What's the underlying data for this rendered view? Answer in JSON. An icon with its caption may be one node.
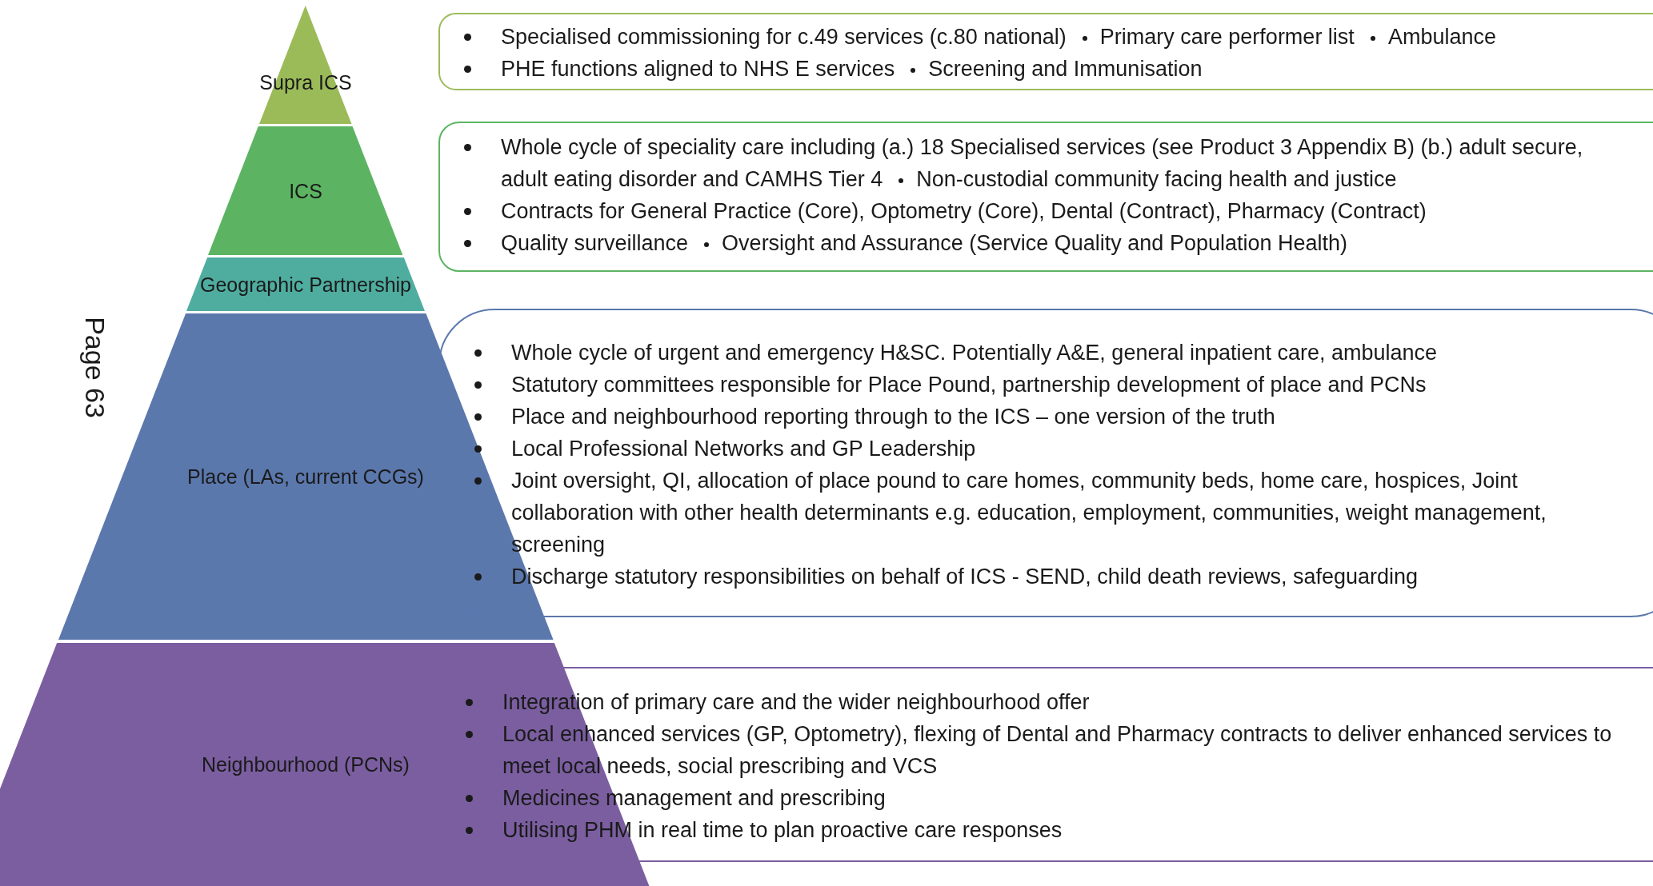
{
  "diagram": {
    "nodes": [
      {
        "text": [
          "Supra ICS"
        ]
      },
      {
        "text": [
          "Specialised commissioning for c.49 services (c.80 national)",
          "Primary care performer list",
          "Ambulance",
          "PHE functions aligned to NHS E services",
          "Screening and Immunisation"
        ]
      },
      {
        "text": [
          "ICS"
        ]
      },
      {
        "text": [
          "Whole cycle of speciality care including (a.) 18 Specialised services (see Product 3 Appendix B) (b.) adult secure, adult eating disorder and CAMHS Tier 4",
          "Non-custodial community facing health and justice",
          "Contracts for General Practice (Core), Optometry (Core), Dental (Contract), Pharmacy (Contract)",
          "Quality surveillance",
          "Oversight and Assurance (Service Quality and Population Health)"
        ]
      },
      {
        "text": [
          "Geographic Partnership"
        ]
      },
      {
        "text": [
          "Place (LAs, current CCGs)"
        ]
      },
      {
        "text": [
          "Whole cycle of urgent and emergency H&SC. Potentially A&E, general inpatient care, ambulance",
          "Statutory committees responsible for Place Pound, partnership development of place and PCNs",
          "Place and neighbourhood reporting through to the ICS – one version of the truth",
          "Local Professional Networks and GP Leadership",
          "Joint oversight, QI, allocation of place pound to care homes, community beds, home care, hospices, Joint collaboration with other health determinants e.g. education, employment, communities, weight management, screening",
          "Discharge statutory responsibilities  on behalf of ICS - SEND, child death reviews, safeguarding"
        ]
      },
      {
        "text": [
          "Neighbourhood (PCNs)"
        ]
      },
      {
        "text": [
          "Integration of primary care and the wider neighbourhood offer",
          "Local enhanced services (GP, Optometry), flexing of Dental and Pharmacy contracts to deliver enhanced services to meet local needs, social prescribing and VCS",
          "Medicines management and prescribing",
          "Utilising PHM in real time to plan proactive care responses"
        ]
      }
    ],
    "labels": [
      "Page 63"
    ]
  }
}
